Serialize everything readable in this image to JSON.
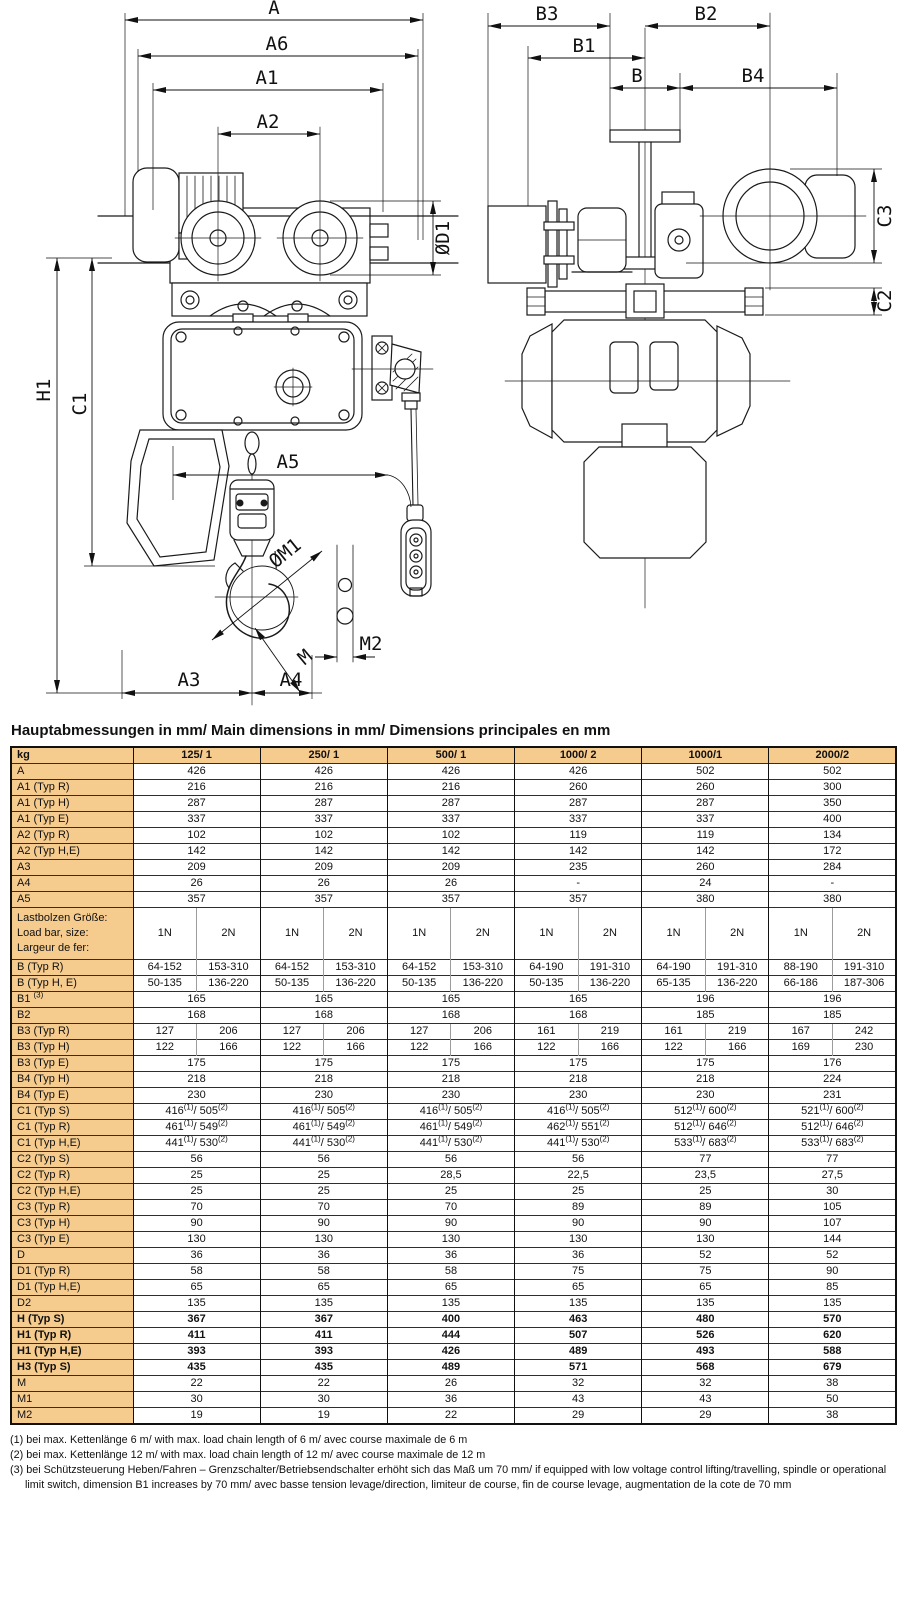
{
  "drawing": {
    "labels": {
      "A": "A",
      "A6": "A6",
      "A1": "A1",
      "A2": "A2",
      "D1": "ØD1",
      "H1": "H1",
      "C1": "C1",
      "A5": "A5",
      "M1": "ØM1",
      "M": "M",
      "M2": "M2",
      "A3": "A3",
      "A4": "A4",
      "B3": "B3",
      "B1": "B1",
      "B": "B",
      "B2": "B2",
      "B4": "B4",
      "C3": "C3",
      "C2": "C2"
    }
  },
  "table": {
    "title": "Hauptabmessungen in mm/ Main dimensions in mm/ Dimensions principales en mm",
    "unit_header": "kg",
    "columns": [
      "125/ 1",
      "250/ 1",
      "500/ 1",
      "1000/ 2",
      "1000/1",
      "2000/2"
    ],
    "rows": [
      {
        "label": "A",
        "values": [
          "426",
          "426",
          "426",
          "426",
          "502",
          "502"
        ]
      },
      {
        "label": "A1 (Typ R)",
        "values": [
          "216",
          "216",
          "216",
          "260",
          "260",
          "300"
        ]
      },
      {
        "label": "A1 (Typ H)",
        "values": [
          "287",
          "287",
          "287",
          "287",
          "287",
          "350"
        ]
      },
      {
        "label": "A1 (Typ E)",
        "values": [
          "337",
          "337",
          "337",
          "337",
          "337",
          "400"
        ]
      },
      {
        "label": "A2 (Typ R)",
        "values": [
          "102",
          "102",
          "102",
          "119",
          "119",
          "134"
        ]
      },
      {
        "label": "A2 (Typ H,E)",
        "values": [
          "142",
          "142",
          "142",
          "142",
          "142",
          "172"
        ]
      },
      {
        "label": "A3",
        "values": [
          "209",
          "209",
          "209",
          "235",
          "260",
          "284"
        ]
      },
      {
        "label": "A4",
        "values": [
          "26",
          "26",
          "26",
          "-",
          "24",
          "-"
        ]
      },
      {
        "label": "A5",
        "values": [
          "357",
          "357",
          "357",
          "357",
          "380",
          "380"
        ]
      },
      {
        "type": "loadbar",
        "label_lines": [
          "Lastbolzen Größe:",
          "Load bar, size:",
          "Largeur de fer:"
        ],
        "sub_columns": [
          "1N",
          "2N"
        ]
      },
      {
        "label": "B (Typ R)",
        "values": [
          [
            "64-152",
            "153-310"
          ],
          [
            "64-152",
            "153-310"
          ],
          [
            "64-152",
            "153-310"
          ],
          [
            "64-190",
            "191-310"
          ],
          [
            "64-190",
            "191-310"
          ],
          [
            "88-190",
            "191-310"
          ]
        ]
      },
      {
        "label": "B (Typ H, E)",
        "values": [
          [
            "50-135",
            "136-220"
          ],
          [
            "50-135",
            "136-220"
          ],
          [
            "50-135",
            "136-220"
          ],
          [
            "50-135",
            "136-220"
          ],
          [
            "65-135",
            "136-220"
          ],
          [
            "66-186",
            "187-306"
          ]
        ]
      },
      {
        "label": "B1 ^(3)",
        "values": [
          "165",
          "165",
          "165",
          "165",
          "196",
          "196"
        ]
      },
      {
        "label": "B2",
        "values": [
          "168",
          "168",
          "168",
          "168",
          "185",
          "185"
        ]
      },
      {
        "label": "B3 (Typ R)",
        "values": [
          [
            "127",
            "206"
          ],
          [
            "127",
            "206"
          ],
          [
            "127",
            "206"
          ],
          [
            "161",
            "219"
          ],
          [
            "161",
            "219"
          ],
          [
            "167",
            "242"
          ]
        ]
      },
      {
        "label": "B3 (Typ H)",
        "values": [
          [
            "122",
            "166"
          ],
          [
            "122",
            "166"
          ],
          [
            "122",
            "166"
          ],
          [
            "122",
            "166"
          ],
          [
            "122",
            "166"
          ],
          [
            "169",
            "230"
          ]
        ]
      },
      {
        "label": "B3 (Typ E)",
        "values": [
          "175",
          "175",
          "175",
          "175",
          "175",
          "176"
        ]
      },
      {
        "label": "B4 (Typ H)",
        "values": [
          "218",
          "218",
          "218",
          "218",
          "218",
          "224"
        ]
      },
      {
        "label": "B4 (Typ E)",
        "values": [
          "230",
          "230",
          "230",
          "230",
          "230",
          "231"
        ]
      },
      {
        "label": "C1 (Typ S)",
        "values": [
          "416^(1)/ 505^(2)",
          "416^(1)/ 505^(2)",
          "416^(1)/ 505^(2)",
          "416^(1)/ 505^(2)",
          "512^(1)/ 600^(2)",
          "521^(1)/ 600^(2)"
        ]
      },
      {
        "label": "C1 (Typ R)",
        "values": [
          "461^(1)/ 549^(2)",
          "461^(1)/ 549^(2)",
          "461^(1)/ 549^(2)",
          "462^(1)/ 551^(2)",
          "512^(1)/ 646^(2)",
          "512^(1)/ 646^(2)"
        ]
      },
      {
        "label": "C1 (Typ H,E)",
        "values": [
          "441^(1)/ 530^(2)",
          "441^(1)/ 530^(2)",
          "441^(1)/ 530^(2)",
          "441^(1)/ 530^(2)",
          "533^(1)/ 683^(2)",
          "533^(1)/ 683^(2)"
        ]
      },
      {
        "label": "C2 (Typ S)",
        "values": [
          "56",
          "56",
          "56",
          "56",
          "77",
          "77"
        ]
      },
      {
        "label": "C2 (Typ R)",
        "values": [
          "25",
          "25",
          "28,5",
          "22,5",
          "23,5",
          "27,5"
        ]
      },
      {
        "label": "C2 (Typ H,E)",
        "values": [
          "25",
          "25",
          "25",
          "25",
          "25",
          "30"
        ]
      },
      {
        "label": "C3 (Typ R)",
        "values": [
          "70",
          "70",
          "70",
          "89",
          "89",
          "105"
        ]
      },
      {
        "label": "C3 (Typ H)",
        "values": [
          "90",
          "90",
          "90",
          "90",
          "90",
          "107"
        ]
      },
      {
        "label": "C3 (Typ E)",
        "values": [
          "130",
          "130",
          "130",
          "130",
          "130",
          "144"
        ]
      },
      {
        "label": "D",
        "values": [
          "36",
          "36",
          "36",
          "36",
          "52",
          "52"
        ]
      },
      {
        "label": "D1 (Typ R)",
        "values": [
          "58",
          "58",
          "58",
          "75",
          "75",
          "90"
        ]
      },
      {
        "label": "D1 (Typ H,E)",
        "values": [
          "65",
          "65",
          "65",
          "65",
          "65",
          "85"
        ]
      },
      {
        "label": "D2",
        "values": [
          "135",
          "135",
          "135",
          "135",
          "135",
          "135"
        ]
      },
      {
        "label": "H (Typ S)",
        "bold": true,
        "values": [
          "367",
          "367",
          "400",
          "463",
          "480",
          "570"
        ]
      },
      {
        "label": "H1 (Typ R)",
        "bold": true,
        "values": [
          "411",
          "411",
          "444",
          "507",
          "526",
          "620"
        ]
      },
      {
        "label": "H1 (Typ H,E)",
        "bold": true,
        "values": [
          "393",
          "393",
          "426",
          "489",
          "493",
          "588"
        ]
      },
      {
        "label": "H3 (Typ S)",
        "bold": true,
        "values": [
          "435",
          "435",
          "489",
          "571",
          "568",
          "679"
        ]
      },
      {
        "label": "M",
        "values": [
          "22",
          "22",
          "26",
          "32",
          "32",
          "38"
        ]
      },
      {
        "label": "M1",
        "values": [
          "30",
          "30",
          "36",
          "43",
          "43",
          "50"
        ]
      },
      {
        "label": "M2",
        "values": [
          "19",
          "19",
          "22",
          "29",
          "29",
          "38"
        ]
      }
    ],
    "footnotes": [
      "(1) bei max. Kettenlänge 6 m/ with max. load chain length of 6 m/ avec course maximale de 6 m",
      "(2) bei max. Kettenlänge 12 m/ with max. load chain length of 12 m/ avec course maximale de 12 m",
      "(3) bei Schützsteuerung Heben/Fahren – Grenzschalter/Betriebsendschalter erhöht sich das Maß um 70 mm/ if equipped with low voltage control lifting/travelling, spindle or operational limit switch, dimension B1 increases by 70 mm/ avec basse tension levage/direction, limiteur de course, fin de course levage, augmentation de la cote de 70 mm"
    ],
    "colors": {
      "header_bg": "#f6cb8e",
      "border": "#111111"
    }
  }
}
